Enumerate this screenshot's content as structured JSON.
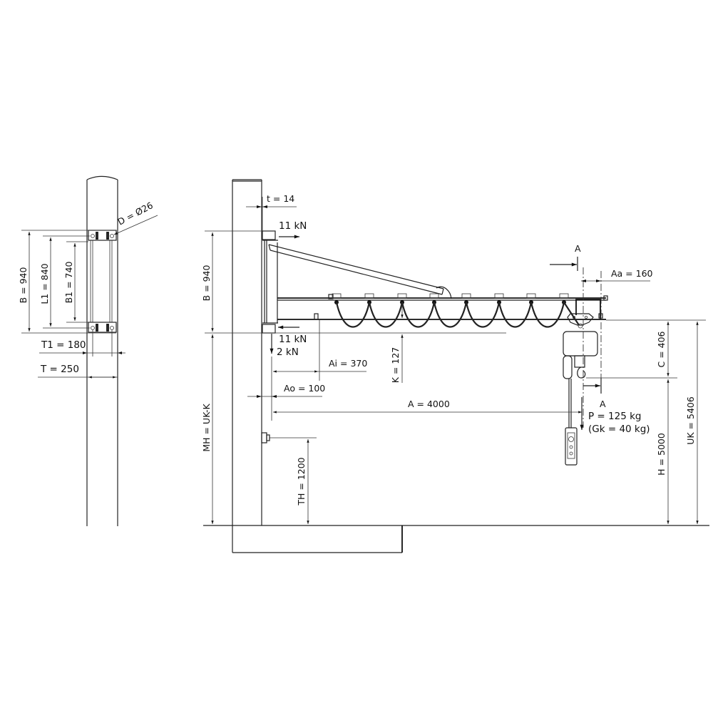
{
  "drawing": {
    "title": "Wall-mounted jib crane dimension drawing",
    "side_view": {
      "labels": {
        "B": "B = 940",
        "L1": "L1 = 840",
        "B1": "B1 = 740",
        "D": "D = Ø26",
        "T1": "T1 = 180",
        "T": "T = 250"
      }
    },
    "front_view": {
      "labels": {
        "t": "t = 14",
        "force_top": "11 kN",
        "force_bottom": "11 kN",
        "force_vertical": "2 kN",
        "B": "B = 940",
        "Ai": "Ai = 370",
        "K": "K = 127",
        "Ao": "Ao = 100",
        "A": "A = 4000",
        "Aa": "Aa = 160",
        "section_top": "A",
        "section_bottom": "A",
        "C": "C = 406",
        "UK": "UK = 5406",
        "H": "H = 5000",
        "MH": "MH = UK-K",
        "TH": "TH = 1200",
        "P": "P = 125 kg",
        "Gk": "(Gk = 40 kg)"
      }
    },
    "colors": {
      "line": "#222222",
      "background": "#ffffff"
    }
  }
}
